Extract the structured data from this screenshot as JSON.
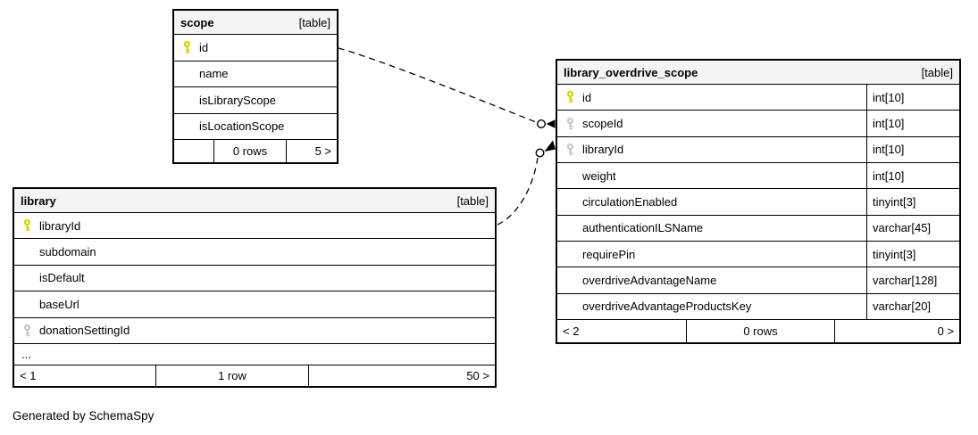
{
  "page": {
    "generated_by": "Generated by SchemaSpy"
  },
  "colors": {
    "primary_key": "#d6d600",
    "foreign_key": "#c9c9c9",
    "header_bg": "#f4f4f4",
    "border": "#000000"
  },
  "tables": [
    {
      "name": "scope",
      "tag": "[table]",
      "columns": [
        {
          "name": "id",
          "key": "primary"
        },
        {
          "name": "name"
        },
        {
          "name": "isLibraryScope"
        },
        {
          "name": "isLocationScope"
        }
      ],
      "footer": {
        "left": "",
        "center": "0 rows",
        "right": "5 >"
      }
    },
    {
      "name": "library",
      "tag": "[table]",
      "columns": [
        {
          "name": "libraryId",
          "key": "primary"
        },
        {
          "name": "subdomain"
        },
        {
          "name": "isDefault"
        },
        {
          "name": "baseUrl"
        },
        {
          "name": "donationSettingId",
          "key": "foreign"
        },
        {
          "name": "..."
        }
      ],
      "footer": {
        "left": "< 1",
        "center": "1 row",
        "right": "50 >"
      }
    },
    {
      "name": "library_overdrive_scope",
      "tag": "[table]",
      "columns": [
        {
          "name": "id",
          "key": "primary",
          "type": "int[10]"
        },
        {
          "name": "scopeId",
          "key": "foreign",
          "type": "int[10]"
        },
        {
          "name": "libraryId",
          "key": "foreign",
          "type": "int[10]"
        },
        {
          "name": "weight",
          "type": "int[10]"
        },
        {
          "name": "circulationEnabled",
          "type": "tinyint[3]"
        },
        {
          "name": "authenticationILSName",
          "type": "varchar[45]"
        },
        {
          "name": "requirePin",
          "type": "tinyint[3]"
        },
        {
          "name": "overdriveAdvantageName",
          "type": "varchar[128]"
        },
        {
          "name": "overdriveAdvantageProductsKey",
          "type": "varchar[20]"
        }
      ],
      "footer": {
        "left": "< 2",
        "center": "0 rows",
        "right": "0 >"
      }
    }
  ],
  "relationships": [
    {
      "from": "scope.id",
      "to": "library_overdrive_scope.scopeId"
    },
    {
      "from": "library.libraryId",
      "to": "library_overdrive_scope.libraryId"
    }
  ]
}
